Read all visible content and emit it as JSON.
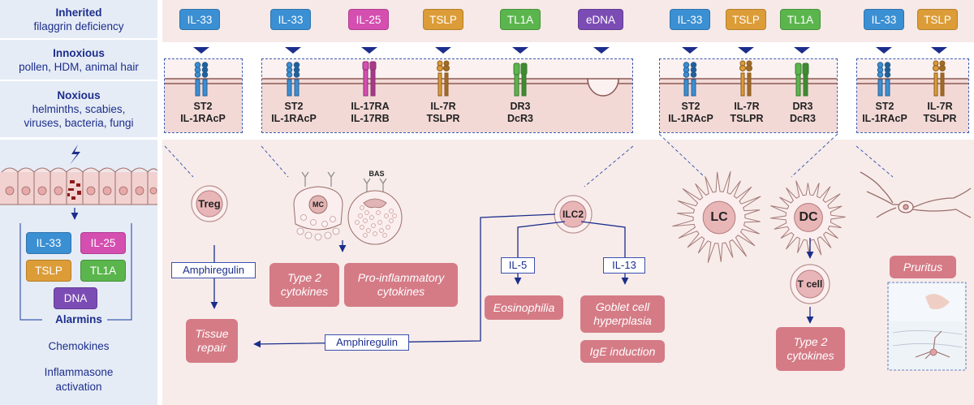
{
  "left_panel": {
    "triggers": [
      {
        "title": "Inherited",
        "lines": [
          "filaggrin deficiency"
        ]
      },
      {
        "title": "Innoxious",
        "lines": [
          "pollen, HDM, animal hair"
        ]
      },
      {
        "title": "Noxious",
        "lines": [
          "helminths, scabies,",
          "viruses, bacteria, fungi"
        ]
      }
    ],
    "alarmin_pills": [
      "IL-33",
      "IL-25",
      "TSLP",
      "TL1A",
      "DNA"
    ],
    "alarmins_label": "Alarmins",
    "chemokines_label": "Chemokines",
    "inflammasone_line1": "Inflammasone",
    "inflammasone_line2": "activation"
  },
  "top_ligands": {
    "group1": [
      "IL-33"
    ],
    "group2": [
      "IL-33",
      "IL-25",
      "TSLP",
      "TL1A",
      "eDNA"
    ],
    "group3": [
      "IL-33",
      "TSLP",
      "TL1A"
    ],
    "group4": [
      "IL-33",
      "TSLP"
    ]
  },
  "receptors": {
    "group1": [
      [
        "ST2",
        "IL-1RAcP"
      ]
    ],
    "group2": [
      [
        "ST2",
        "IL-1RAcP"
      ],
      [
        "IL-17RA",
        "IL-17RB"
      ],
      [
        "IL-7R",
        "TSLPR"
      ],
      [
        "DR3",
        "DcR3"
      ]
    ],
    "group3": [
      [
        "ST2",
        "IL-1RAcP"
      ],
      [
        "IL-7R",
        "TSLPR"
      ],
      [
        "DR3",
        "DcR3"
      ]
    ],
    "group4": [
      [
        "ST2",
        "IL-1RAcP"
      ],
      [
        "IL-7R",
        "TSLPR"
      ]
    ]
  },
  "cells": {
    "treg": "Treg",
    "mc": "MC",
    "bas": "BAS",
    "ilc2": "ILC2",
    "lc": "LC",
    "dc": "DC",
    "tcell": "T cell"
  },
  "mediators": {
    "amphiregulin_treg": "Amphiregulin",
    "amphiregulin_ilc2": "Amphiregulin",
    "il5": "IL-5",
    "il13": "IL-13"
  },
  "outcomes": {
    "tissue_repair_1": "Tissue",
    "tissue_repair_2": "repair",
    "type2_mast_1": "Type 2",
    "type2_mast_2": "cytokines",
    "proinflam_1": "Pro-inflammatory",
    "proinflam_2": "cytokines",
    "eosinophilia": "Eosinophilia",
    "goblet_1": "Goblet cell",
    "goblet_2": "hyperplasia",
    "ige": "IgE induction",
    "type2_t_1": "Type 2",
    "type2_t_2": "cytokines",
    "pruritus": "Pruritus"
  },
  "colors": {
    "navy": "#1c2e8c",
    "outcome_pink": "#d57b86",
    "cell_pink": "#e9b6b8",
    "membrane": "#f3d6d4",
    "panel_bg": "#f6e9e7"
  }
}
